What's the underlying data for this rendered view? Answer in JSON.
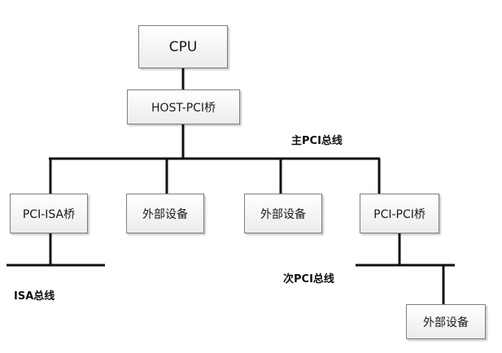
{
  "nodes": {
    "cpu": "CPU",
    "host_bridge": "HOST-PCI桥",
    "pci_isa_bridge": "PCI-ISA桥",
    "device_1": "外部设备",
    "device_2": "外部设备",
    "pci_pci_bridge": "PCI-PCI桥",
    "device_3": "外部设备"
  },
  "buses": {
    "primary_pci": "主PCI总线",
    "secondary_pci": "次PCI总线",
    "isa": "ISA总线"
  }
}
